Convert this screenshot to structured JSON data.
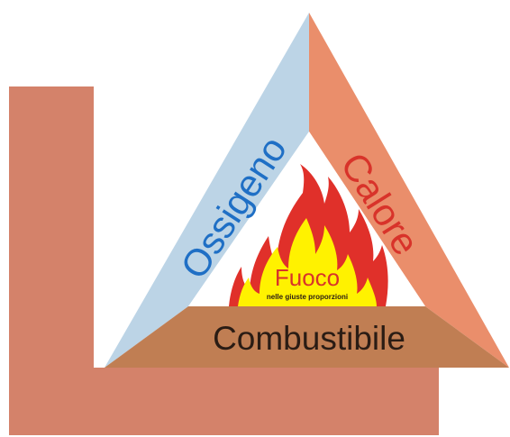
{
  "diagram": {
    "title": "",
    "sides": {
      "left": {
        "label": "Ossigeno",
        "color": "#bcd4e6",
        "text_color": "#1f6fc5"
      },
      "right": {
        "label": "Calore",
        "color": "#ea8e6b",
        "text_color": "#d8332a"
      },
      "bottom": {
        "label": "Combustibile",
        "color": "#c07e53",
        "text_color": "#2a1c14"
      }
    },
    "center": {
      "label": "Fuoco",
      "sublabel": "nelle giuste proporzioni",
      "label_color": "#d8332a",
      "flame_outer_color": "#e0302a",
      "flame_inner_color": "#fff200"
    },
    "background_shape_color": "#d4826a"
  }
}
